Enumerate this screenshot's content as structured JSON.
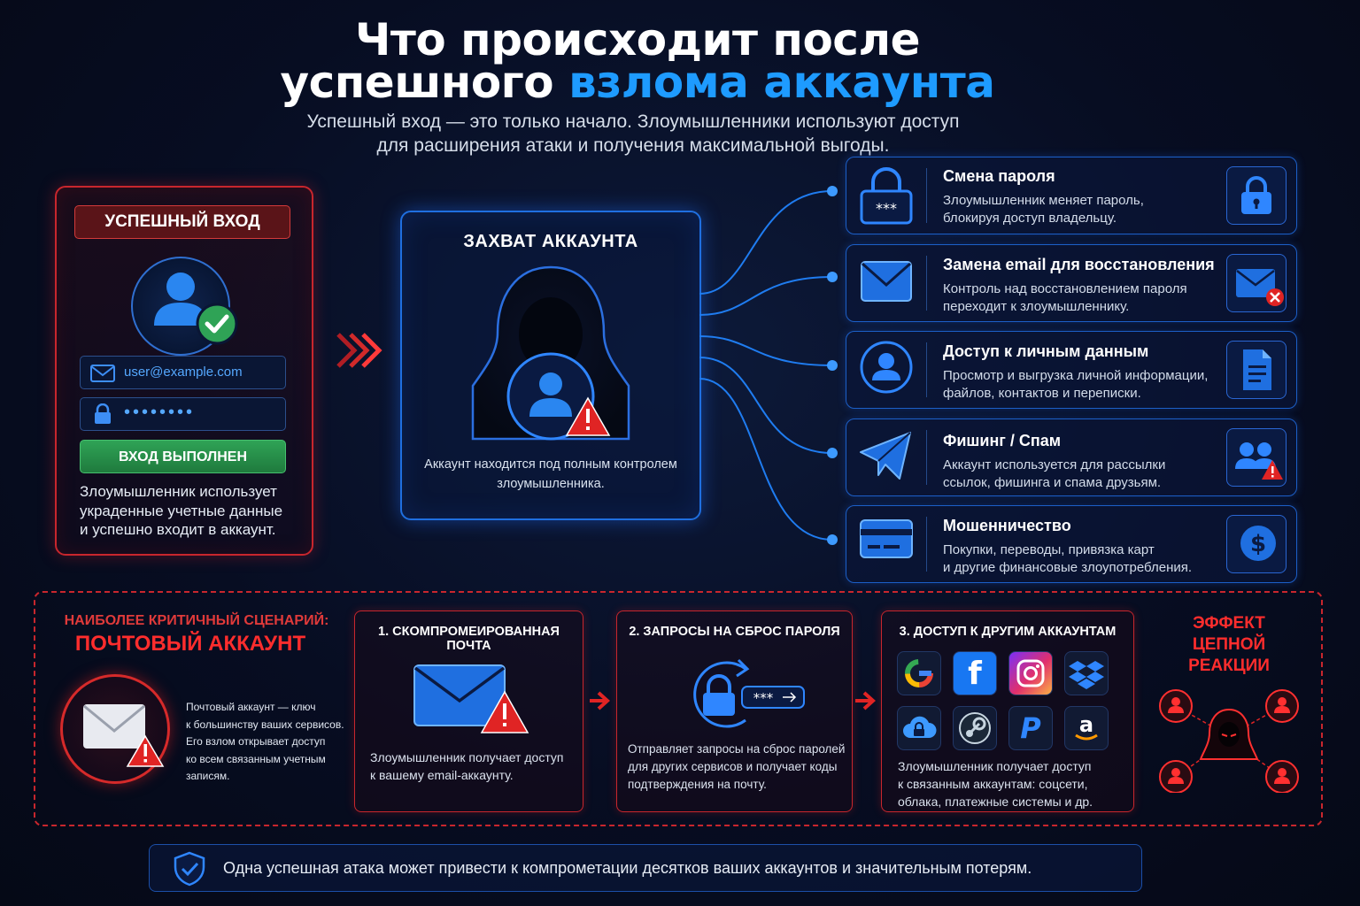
{
  "header": {
    "title_line1": "Что происходит после",
    "title_line2_plain": "успешного ",
    "title_line2_accent": "взлома аккаунта",
    "subtitle_line1": "Успешный вход — это только начало. Злоумышленники используют доступ",
    "subtitle_line2": "для расширения атаки и получения максимальной выгоды."
  },
  "login": {
    "badge": "УСПЕШНЫЙ ВХОД",
    "email": "user@example.com",
    "password_mask": "••••••••",
    "button": "ВХОД ВЫПОЛНЕН",
    "desc_lines": [
      "Злоумышленник использует",
      "украденные учетные данные",
      "и успешно входит в аккаунт."
    ]
  },
  "takeover": {
    "title": "ЗАХВАТ АККАУНТА",
    "desc_line1": "Аккаунт находится под полным контролем",
    "desc_line2": "злоумышленника."
  },
  "consequences": [
    {
      "title": "Смена пароля",
      "desc1": "Злоумышленник меняет пароль,",
      "desc2": "блокируя доступ владельцу.",
      "icon_left": "padlock-password-icon",
      "icon_right": "lock-icon"
    },
    {
      "title": "Замена email для восстановления",
      "desc1": "Контроль над восстановлением пароля",
      "desc2": "переходит к злоумышленнику.",
      "icon_left": "envelope-icon",
      "icon_right": "envelope-error-icon"
    },
    {
      "title": "Доступ к личным данным",
      "desc1": "Просмотр и выгрузка личной информации,",
      "desc2": "файлов, контактов и переписки.",
      "icon_left": "user-circle-icon",
      "icon_right": "document-icon"
    },
    {
      "title": "Фишинг / Спам",
      "desc1": "Аккаунт используется для рассылки",
      "desc2": "ссылок, фишинга и спама друзьям.",
      "icon_left": "paper-plane-icon",
      "icon_right": "users-warning-icon"
    },
    {
      "title": "Мошенничество",
      "desc1": "Покупки, переводы, привязка карт",
      "desc2": "и другие финансовые злоупотребления.",
      "icon_left": "credit-card-icon",
      "icon_right": "dollar-icon"
    }
  ],
  "critical": {
    "label": "НАИБОЛЕЕ КРИТИЧНЫЙ СЦЕНАРИЙ:",
    "title": "ПОЧТОВЫЙ АККАУНТ",
    "desc_lines": [
      "Почтовый аккаунт — ключ",
      "к большинству ваших сервисов.",
      "Его взлом открывает доступ",
      "ко всем связанным учетным",
      "записям."
    ],
    "steps": [
      {
        "title": "1. СКОМПРОМЕИРОВАННАЯ ПОЧТА",
        "desc_lines": [
          "Злоумышленник получает доступ",
          "к вашему email-аккаунту."
        ]
      },
      {
        "title": "2. ЗАПРОСЫ НА СБРОС ПАРОЛЯ",
        "desc_lines": [
          "Отправляет запросы на сброс паролей",
          "для других сервисов и получает коды",
          "подтверждения на почту."
        ],
        "code_mask": "***"
      },
      {
        "title": "3. ДОСТУП К ДРУГИМ АККАУНТАМ",
        "desc_lines": [
          "Злоумышленник получает доступ",
          "к связанным аккаунтам: соцсети,",
          "облака, платежные системы и др."
        ]
      }
    ],
    "services": [
      "google-icon",
      "facebook-icon",
      "instagram-icon",
      "dropbox-icon",
      "icloud-icon",
      "steam-icon",
      "paypal-icon",
      "amazon-icon"
    ],
    "chain_title_lines": [
      "ЭФФЕКТ",
      "ЦЕПНОЙ",
      "РЕАКЦИИ"
    ]
  },
  "footer": {
    "text": "Одна успешная атака может привести к компрометации десятков ваших аккаунтов и значительным потерям."
  },
  "colors": {
    "accent_blue": "#1e9bff",
    "danger_red": "#e02424",
    "success_green": "#2fa356",
    "background": "#070d22"
  }
}
